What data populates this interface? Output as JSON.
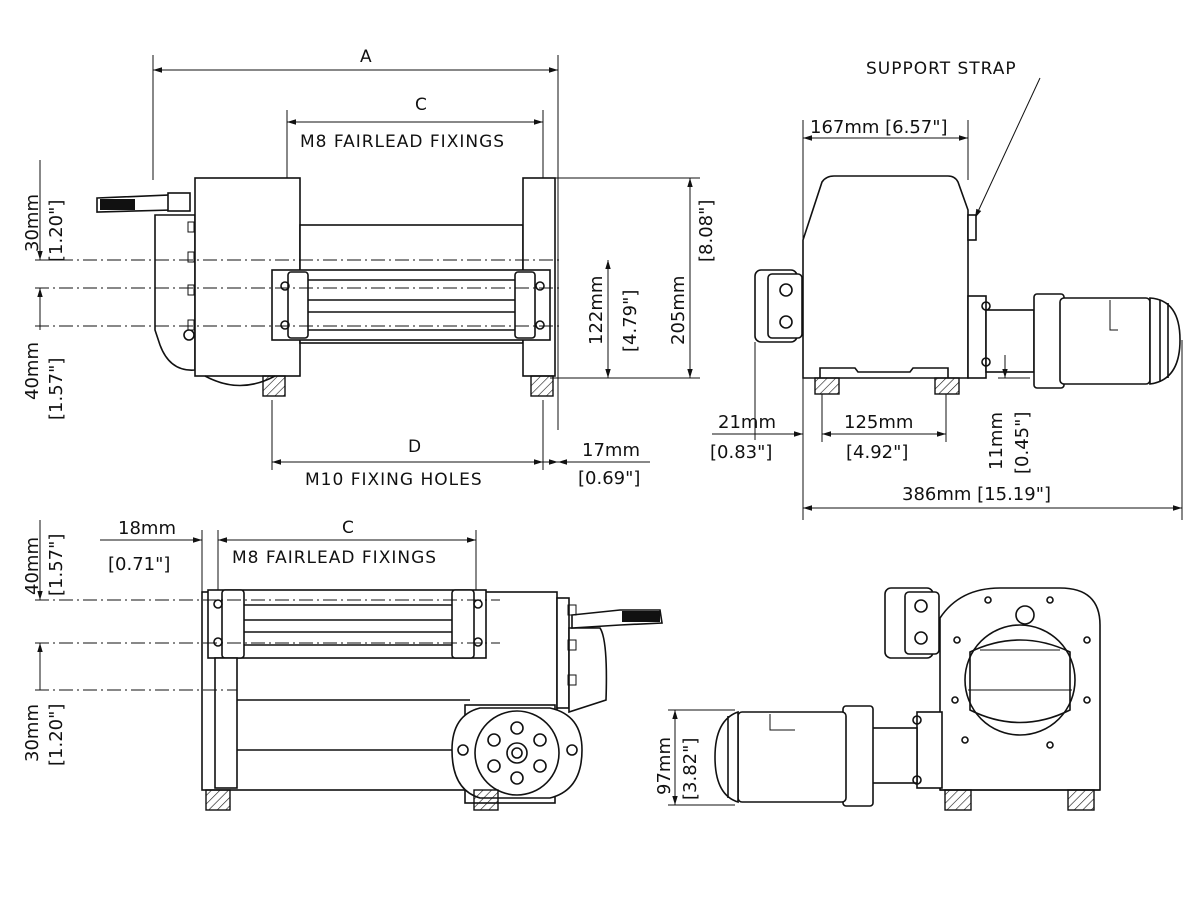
{
  "labels": {
    "a": "A",
    "c_top": "C",
    "c_bottom": "C",
    "d": "D",
    "fairlead_top": "M8  FAIRLEAD  FIXINGS",
    "fairlead_bottom": "M8  FAIRLEAD  FIXINGS",
    "fixing_holes": "M10  FIXING  HOLES",
    "support_strap": "SUPPORT  STRAP"
  },
  "dims": {
    "d30mm_top": "30mm",
    "d1_20_top": "[1.20\"]",
    "d40mm_top": "40mm",
    "d1_57_top": "[1.57\"]",
    "d122mm": "122mm",
    "d4_79": "[4.79\"]",
    "d205mm": "205mm",
    "d8_08": "[8.08\"]",
    "d17mm": "17mm",
    "d0_69": "[0.69\"]",
    "d167mm": "167mm  [6.57\"]",
    "d21mm": "21mm",
    "d0_83": "[0.83\"]",
    "d125mm": "125mm",
    "d4_92": "[4.92\"]",
    "d11mm": "11mm",
    "d0_45": "[0.45\"]",
    "d386mm": "386mm  [15.19\"]",
    "d18mm": "18mm",
    "d0_71": "[0.71\"]",
    "d40mm_bot": "40mm",
    "d1_57_bot": "[1.57\"]",
    "d30mm_bot": "30mm",
    "d1_20_bot": "[1.20\"]",
    "d97mm": "97mm",
    "d3_82": "[3.82\"]"
  }
}
